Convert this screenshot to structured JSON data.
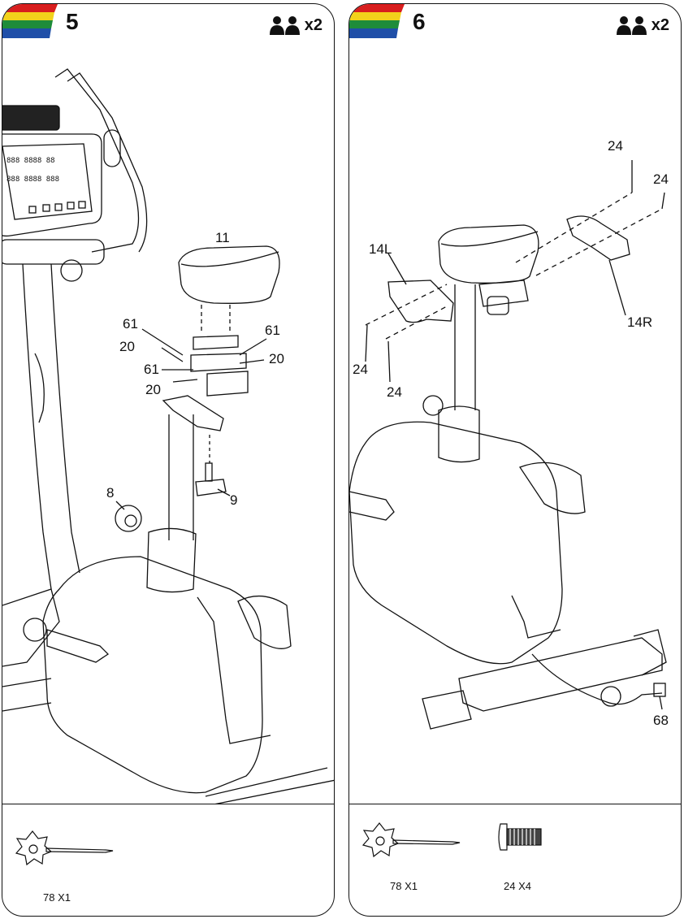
{
  "steps": [
    {
      "number": "5",
      "people_multiplier": "x2",
      "stripe_colors": [
        "#d81e1e",
        "#f2d21b",
        "#1e8c3a",
        "#1f4fa8"
      ],
      "callouts": {
        "c11": "11",
        "c61a": "61",
        "c61b": "61",
        "c61c": "61",
        "c20a": "20",
        "c20b": "20",
        "c20c": "20",
        "c8": "8",
        "c9": "9"
      },
      "tools": [
        {
          "name": "wrench",
          "label": "78 X1"
        }
      ]
    },
    {
      "number": "6",
      "people_multiplier": "x2",
      "stripe_colors": [
        "#d81e1e",
        "#f2d21b",
        "#1e8c3a",
        "#1f4fa8"
      ],
      "callouts": {
        "c24a": "24",
        "c24b": "24",
        "c24c": "24",
        "c24d": "24",
        "c14l": "14L",
        "c14r": "14R",
        "c68": "68"
      },
      "tools": [
        {
          "name": "wrench",
          "label": "78 X1"
        },
        {
          "name": "bolt",
          "label": "24 X4"
        }
      ]
    }
  ]
}
